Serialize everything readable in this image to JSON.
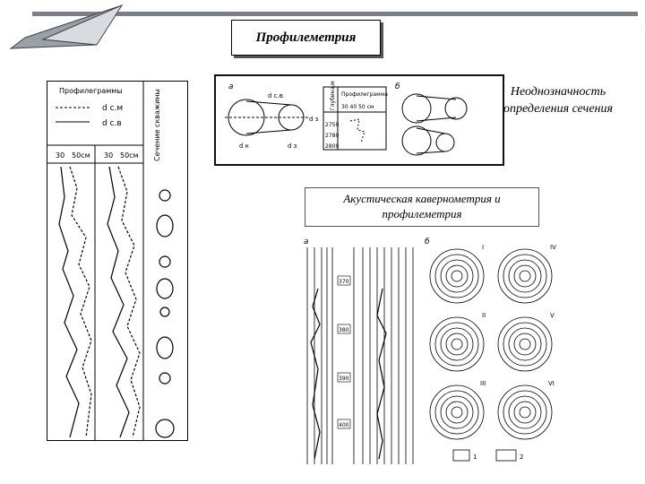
{
  "slide": {
    "title": "Профилеметрия",
    "annotation_ambiguity": "Неоднозначность определения сечения",
    "annotation_acoustic": "Акустическая кавернометрия и профилеметрия"
  },
  "left_log": {
    "header": "Профилеграммы",
    "legend_1": "d с.м",
    "legend_2": "d с.в",
    "column_label": "Сечение скважины",
    "scale_a_1": "30",
    "scale_a_2": "50см",
    "scale_b_1": "30",
    "scale_b_2": "50см"
  },
  "top_figure": {
    "label_a": "a",
    "label_b": "б",
    "dim_top": "d с.в",
    "dim_bottom_left": "d к",
    "dim_bottom_right": "d з",
    "dim_side": "d з",
    "table_header_1": "Глубина,м",
    "table_header_2": "Профилеграмма",
    "depths": [
      "2750",
      "2780",
      "2800"
    ],
    "scale": "30 40 50 см"
  },
  "bottom_figure": {
    "label_a": "a",
    "label_b": "б",
    "depth_marks": [
      "370",
      "380",
      "390",
      "400"
    ],
    "panel_labels": [
      "I",
      "IV",
      "II",
      "V",
      "III",
      "VI"
    ],
    "legend_1": "1",
    "legend_2": "2"
  }
}
